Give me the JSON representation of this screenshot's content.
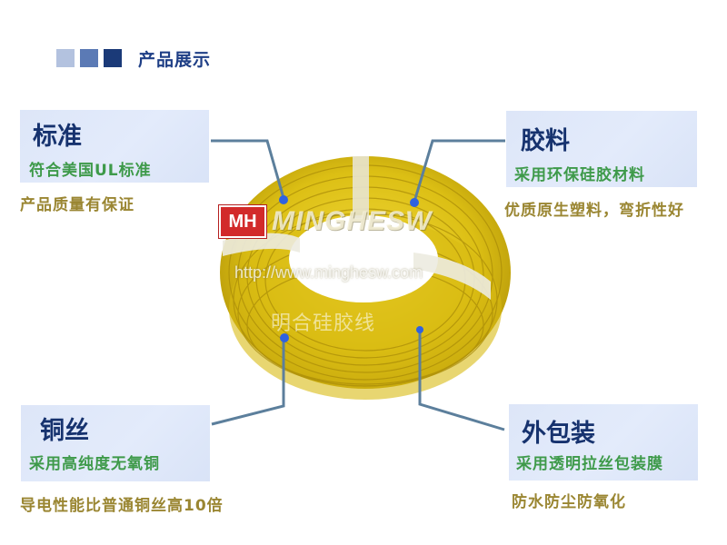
{
  "header": {
    "title": "产品展示",
    "squares": [
      "#b3c2df",
      "#5b7ab5",
      "#1b3a78"
    ]
  },
  "labels": {
    "standard": {
      "title": "标准",
      "subtitle": "符合美国UL标准",
      "note": "产品质量有保证"
    },
    "material": {
      "title": "胶料",
      "subtitle": "采用环保硅胶材料",
      "note": "优质原生塑料，弯折性好"
    },
    "copper": {
      "title": "铜丝",
      "subtitle": "采用高纯度无氧铜",
      "note": "导电性能比普通铜丝高10倍"
    },
    "packaging": {
      "title": "外包装",
      "subtitle": "采用透明拉丝包装膜",
      "note": "防水防尘防氧化"
    }
  },
  "product_image": {
    "brand_logo": "MH",
    "brand_name": "MINGHESW",
    "watermark_url": "http://www.minghesw.com",
    "watermark_cn": "明合硅胶线"
  },
  "colors": {
    "wire": "#e6c81a",
    "callout_line": "#5c7f9c",
    "callout_dot": "#2f62e0"
  }
}
